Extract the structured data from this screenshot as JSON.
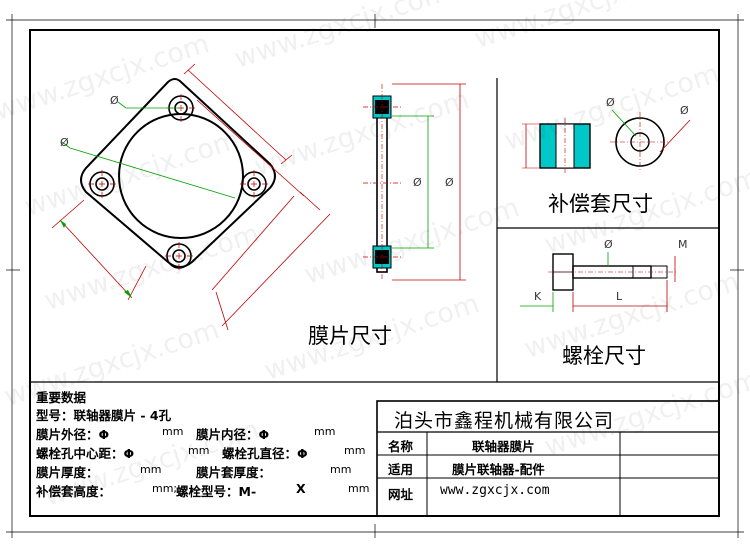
{
  "watermark": "www.zgxcjx.com",
  "views": {
    "diaphragm_label": "膜片尺寸",
    "compensation_label": "补偿套尺寸",
    "bolt_label": "螺栓尺寸"
  },
  "dimension_marks": {
    "phi": "Ø",
    "k": "K",
    "l": "L",
    "m": "M"
  },
  "specs": {
    "title": "重要数据",
    "model": "型号：联轴器膜片 - 4孔",
    "outer_dia": "膜片外径：Φ",
    "outer_dia_unit": "mm",
    "inner_dia": "膜片内径：Φ",
    "inner_dia_unit": "mm",
    "bolt_center": "螺栓孔中心距：Φ",
    "bolt_center_unit": "mm",
    "bolt_hole_dia": "螺栓孔直径：Φ",
    "bolt_hole_dia_unit": "mm",
    "thickness": "膜片厚度：",
    "thickness_unit": "mm",
    "sleeve_thickness": "膜片套厚度：",
    "sleeve_thickness_unit": "mm",
    "comp_height": "补偿套高度：",
    "comp_height_unit": "mm;",
    "bolt_model": "螺栓型号：M-",
    "bolt_x": "X",
    "bolt_model_unit": "mm"
  },
  "title_block": {
    "company": "泊头市鑫程机械有限公司",
    "rows": [
      {
        "label": "名称",
        "value": "联轴器膜片"
      },
      {
        "label": "适用",
        "value": "膜片联轴器-配件"
      },
      {
        "label": "网址",
        "value": "www.zgxcjx.com"
      }
    ]
  },
  "colors": {
    "dimension_line": "#c00000",
    "leader_line": "#00a000",
    "cyan_part": "#00c8c8"
  }
}
